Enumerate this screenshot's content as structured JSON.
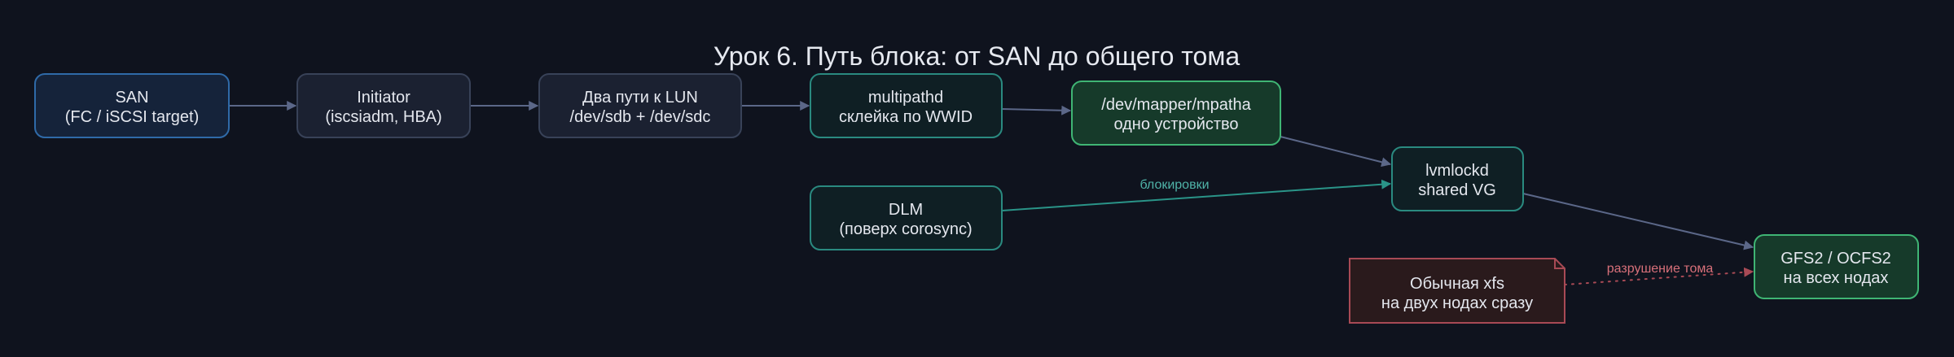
{
  "title": "Урок 6. Путь блока: от SAN до общего тома",
  "colors": {
    "background": "#0f131e",
    "edge_default": "#5b6788",
    "edge_lock": "#2a9488",
    "edge_lock_label": "#4fb3a8",
    "edge_danger": "#a84a55",
    "edge_danger_label": "#d8707a"
  },
  "nodes": {
    "san": {
      "line1": "SAN",
      "line2": "(FC / iSCSI target)",
      "fill": "#15233a",
      "stroke": "#2f6aa8"
    },
    "initiator": {
      "line1": "Initiator",
      "line2": "(iscsiadm, HBA)",
      "fill": "#1b2131",
      "stroke": "#384258"
    },
    "paths": {
      "line1": "Два пути к LUN",
      "line2": "/dev/sdb + /dev/sdc",
      "fill": "#1b2131",
      "stroke": "#384258"
    },
    "multipathd": {
      "line1": "multipathd",
      "line2": "склейка по WWID",
      "fill": "#0f1f24",
      "stroke": "#2a8a80"
    },
    "mpatha": {
      "line1": "/dev/mapper/mpatha",
      "line2": "одно устройство",
      "fill": "#163a2a",
      "stroke": "#3fb574"
    },
    "dlm": {
      "line1": "DLM",
      "line2": "(поверх corosync)",
      "fill": "#0f1f24",
      "stroke": "#2a8a80"
    },
    "lvmlockd": {
      "line1": "lvmlockd",
      "line2": "shared VG",
      "fill": "#0f1f24",
      "stroke": "#2a8a80"
    },
    "gfs2": {
      "line1": "GFS2 / OCFS2",
      "line2": "на всех нодах",
      "fill": "#163a2a",
      "stroke": "#3fb574"
    },
    "xfs": {
      "line1": "Обычная xfs",
      "line2": "на двух нодах сразу",
      "fill": "#2a1a1c",
      "stroke": "#a84a55"
    }
  },
  "edges": {
    "locks_label": "блокировки",
    "destroy_label": "разрушение тома"
  }
}
